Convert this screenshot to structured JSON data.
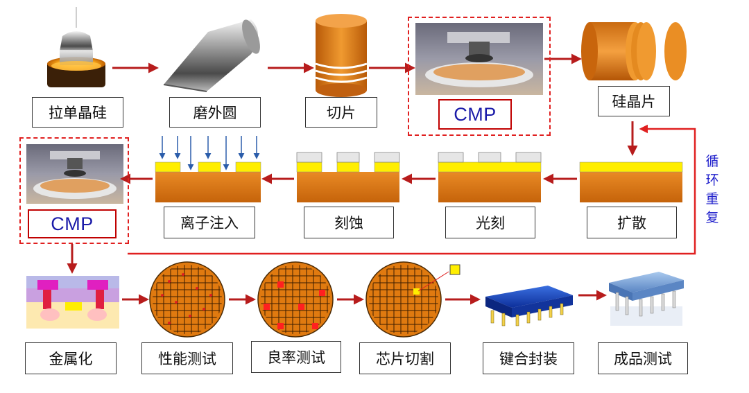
{
  "steps": {
    "pull_crystal": "拉单晶硅",
    "grind": "磨外圆",
    "slice": "切片",
    "cmp_top": "CMP",
    "wafer": "硅晶片",
    "diffusion": "扩散",
    "lithography": "光刻",
    "etching": "刻蚀",
    "ion_implant": "离子注入",
    "cmp_mid": "CMP",
    "metallization": "金属化",
    "perf_test": "性能测试",
    "yield_test": "良率测试",
    "dicing": "芯片切割",
    "bonding_packaging": "键合封装",
    "final_test": "成品测试"
  },
  "loop_label": [
    "循",
    "环",
    "重",
    "复"
  ],
  "colors": {
    "arrow": "#b71c1c",
    "loop_line": "#e02020",
    "cmp_text": "#1a1aa8",
    "wafer_orange": "#e07a10",
    "photoresist_yellow": "#ffee00"
  }
}
